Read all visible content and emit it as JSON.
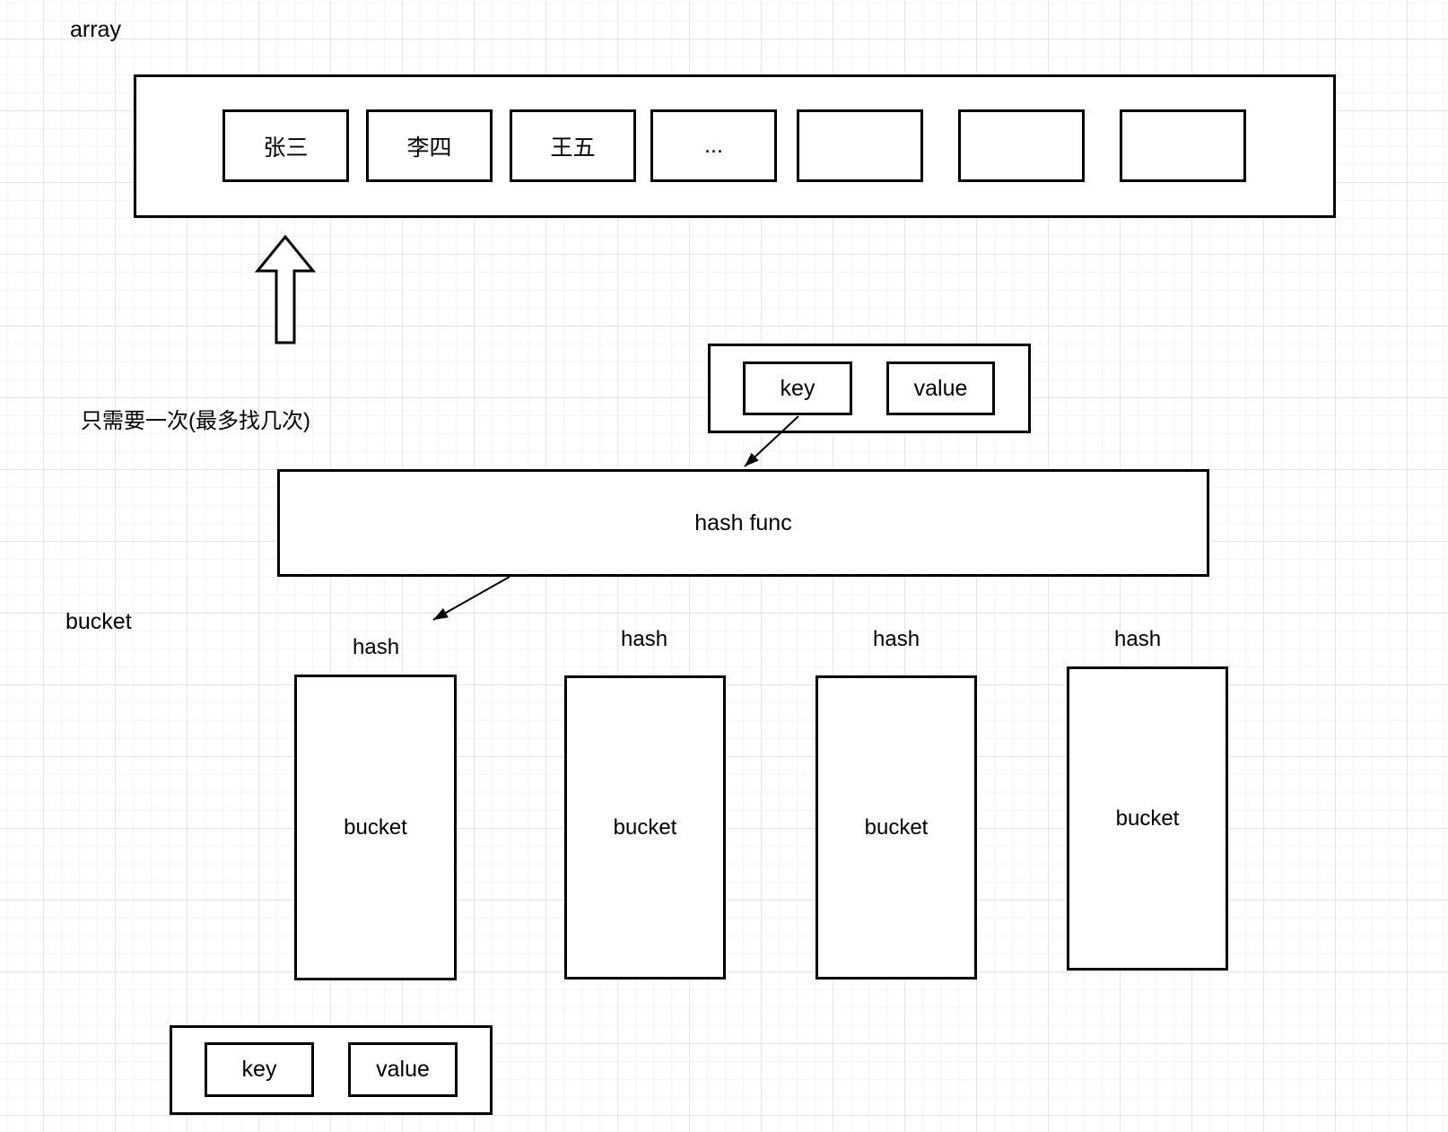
{
  "canvas": {
    "background": "#ffffff",
    "grid_minor_color": "#f4f4f4",
    "grid_major_color": "#e3e3e3",
    "stroke_color": "#000000",
    "text_color": "#000000"
  },
  "array_section": {
    "title": "array",
    "cells": [
      "张三",
      "李四",
      "王五",
      "...",
      "",
      "",
      ""
    ]
  },
  "note_text": "只需要一次(最多找几次)",
  "kv_top": {
    "key_label": "key",
    "value_label": "value"
  },
  "hash_func": {
    "label": "hash func"
  },
  "bucket_section": {
    "title": "bucket",
    "buckets": [
      {
        "hash_label": "hash",
        "body_label": "bucket"
      },
      {
        "hash_label": "hash",
        "body_label": "bucket"
      },
      {
        "hash_label": "hash",
        "body_label": "bucket"
      },
      {
        "hash_label": "hash",
        "body_label": "bucket"
      }
    ]
  },
  "kv_bottom": {
    "key_label": "key",
    "value_label": "value"
  }
}
